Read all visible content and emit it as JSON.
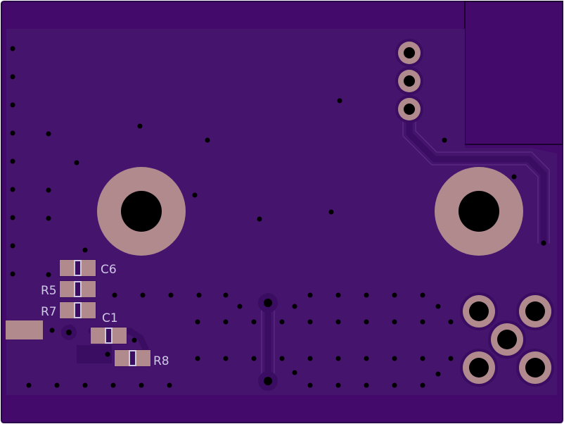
{
  "colors": {
    "board_edge": "#3b0f63",
    "board_dark": "#430a6c",
    "board_fill": "#45146d",
    "trace": "#3a0d62",
    "copper": "#b08a8d",
    "pad": "#b08a8d",
    "drill": "#000000",
    "via_hole": "#000000",
    "silkscreen": "#cfc7e6"
  },
  "labels": {
    "c6": "C6",
    "r5": "R5",
    "r7": "R7",
    "c1": "C1",
    "r8": "R8"
  },
  "icons": {
    "mounting_hole": "ring-with-drill",
    "header_pin": "annular-ring",
    "via": "dot",
    "smd_pad": "rectangle"
  }
}
